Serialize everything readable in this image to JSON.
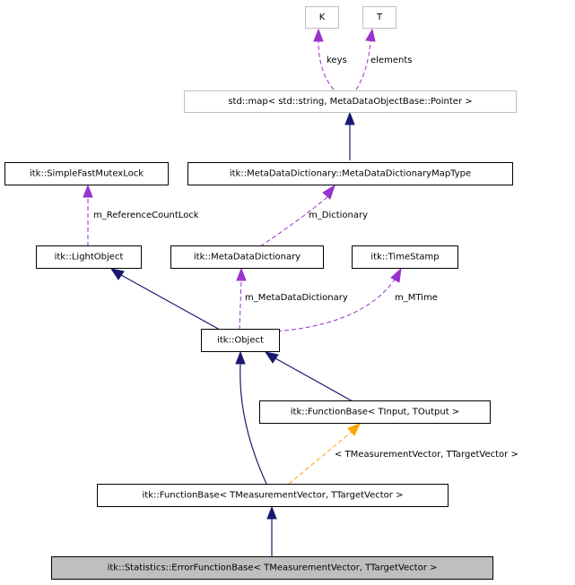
{
  "nodes": {
    "k": "K",
    "t": "T",
    "map": "std::map< std::string, MetaDataObjectBase::Pointer >",
    "mutex": "itk::SimpleFastMutexLock",
    "dictmap": "itk::MetaDataDictionary::MetaDataDictionaryMapType",
    "light": "itk::LightObject",
    "dict": "itk::MetaDataDictionary",
    "timestamp": "itk::TimeStamp",
    "object": "itk::Object",
    "fbio": "itk::FunctionBase< TInput, TOutput >",
    "fbmt": "itk::FunctionBase< TMeasurementVector, TTargetVector >",
    "error": "itk::Statistics::ErrorFunctionBase< TMeasurementVector, TTargetVector >"
  },
  "edges": {
    "keys": "keys",
    "elements": "elements",
    "ref_lock": "m_ReferenceCountLock",
    "dictionary": "m_Dictionary",
    "meta_dict": "m_MetaDataDictionary",
    "mtime": "m_MTime",
    "template_args": "< TMeasurementVector, TTargetVector >"
  },
  "colors": {
    "inheritance": "#191970",
    "usage": "#9a32cd",
    "template": "#ffa500"
  }
}
